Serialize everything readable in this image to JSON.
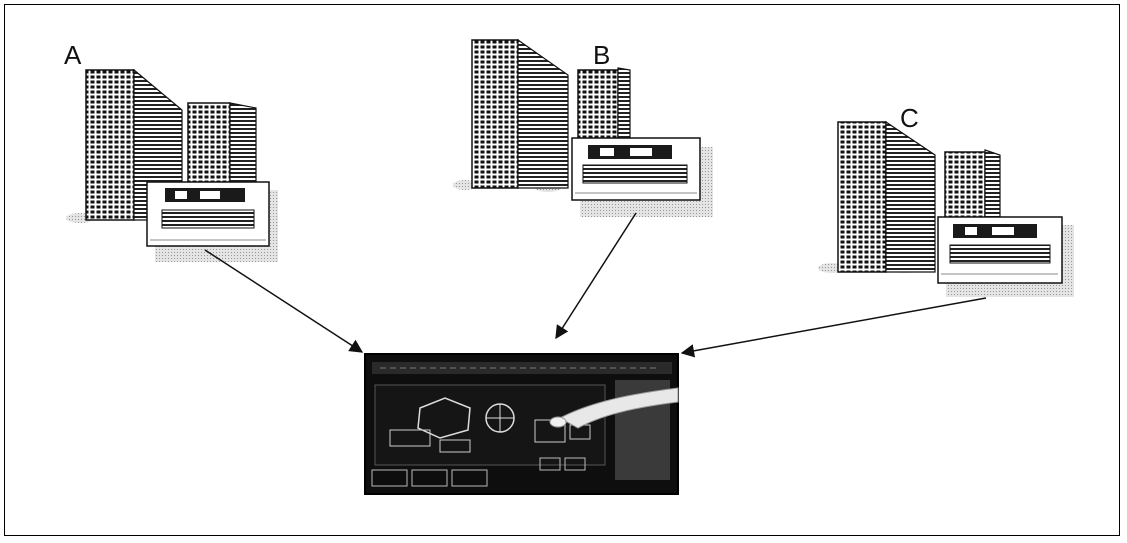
{
  "diagram": {
    "sites": [
      {
        "label": "A"
      },
      {
        "label": "B"
      },
      {
        "label": "C"
      }
    ],
    "central_unit": {
      "description_icon": "touchscreen-control-panel-icon"
    },
    "colors": {
      "line": "#111111",
      "building_fill": "#ffffff",
      "shadow": "#cfcfcf",
      "panel_dark": "#1a1a1a"
    }
  }
}
